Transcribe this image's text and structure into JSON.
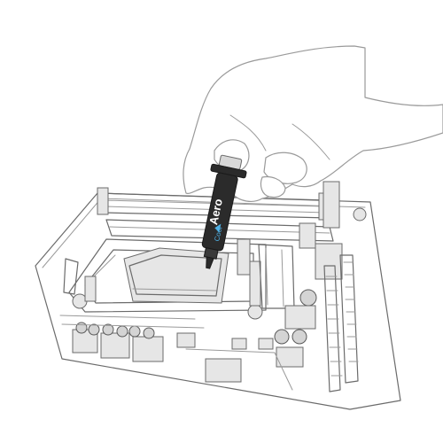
{
  "illustration": {
    "scene": "hand-applying-thermal-paste",
    "syringe": {
      "brand_text": "Aero",
      "logo_text": "Cool"
    }
  },
  "colors": {
    "line": "#6b6b6b",
    "syringe_body": "#2b2b2b",
    "syringe_clear": "#d8d8d8",
    "logo_accent": "#4fb3e8"
  }
}
